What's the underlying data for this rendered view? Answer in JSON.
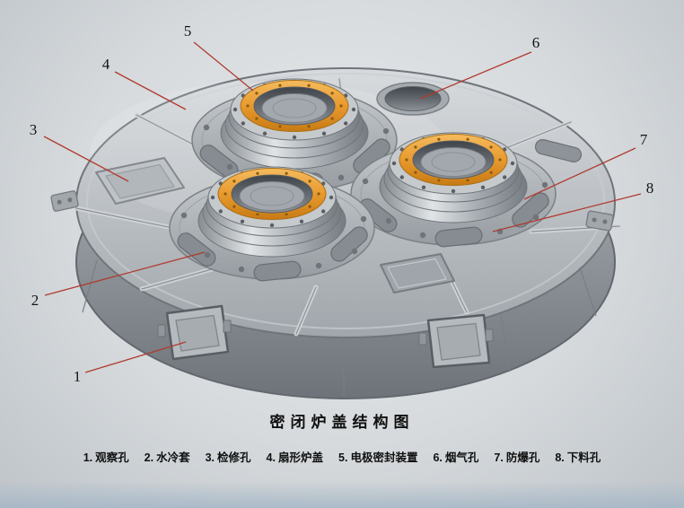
{
  "title": "密闭炉盖结构图",
  "callouts": [
    "1",
    "2",
    "3",
    "4",
    "5",
    "6",
    "7",
    "8"
  ],
  "legend": {
    "items": [
      {
        "num": "1.",
        "label": "观察孔"
      },
      {
        "num": "2.",
        "label": "水冷套"
      },
      {
        "num": "3.",
        "label": "检修孔"
      },
      {
        "num": "4.",
        "label": "扇形炉盖"
      },
      {
        "num": "5.",
        "label": "电极密封装置"
      },
      {
        "num": "6.",
        "label": "烟气孔"
      },
      {
        "num": "7.",
        "label": "防爆孔"
      },
      {
        "num": "8.",
        "label": "下料孔"
      }
    ]
  },
  "colors": {
    "accent_orange": "#e89a2e",
    "leader_red": "#b03a30",
    "metal_light": "#d4d7da",
    "metal_dark": "#7c8287"
  }
}
